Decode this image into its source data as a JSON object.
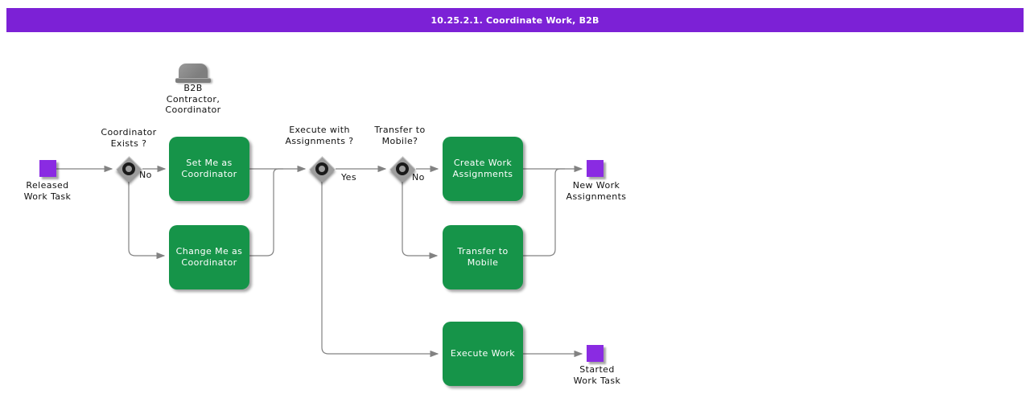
{
  "header": {
    "title": "10.25.2.1. Coordinate Work, B2B",
    "bg_color": "#7c21d6",
    "text_color": "#ffffff"
  },
  "colors": {
    "task_green": "#169449",
    "event_purple": "#8a2be2",
    "gateway_gray": "#9d9d9d",
    "connector_gray": "#828282"
  },
  "actor": {
    "icon": "bowler-hat-icon",
    "label": "B2B\nContractor,\nCoordinator"
  },
  "events": {
    "released_work_task": {
      "label": "Released\nWork Task"
    },
    "new_work_assignments": {
      "label": "New Work\nAssignments"
    },
    "started_work_task": {
      "label": "Started\nWork Task"
    }
  },
  "gateways": {
    "coordinator_exists": {
      "question": "Coordinator\nExists ?",
      "branch": "No"
    },
    "execute_with_assignments": {
      "question": "Execute with\nAssignments ?",
      "branch": "Yes"
    },
    "transfer_to_mobile": {
      "question": "Transfer to\nMobile?",
      "branch": "No"
    }
  },
  "tasks": {
    "set_me_as_coordinator": {
      "label": "Set Me as\nCoordinator"
    },
    "change_me_as_coordinator": {
      "label": "Change Me as\nCoordinator"
    },
    "create_work_assignments": {
      "label": "Create Work\nAssignments"
    },
    "transfer_to_mobile": {
      "label": "Transfer to\nMobile"
    },
    "execute_work": {
      "label": "Execute Work"
    }
  }
}
